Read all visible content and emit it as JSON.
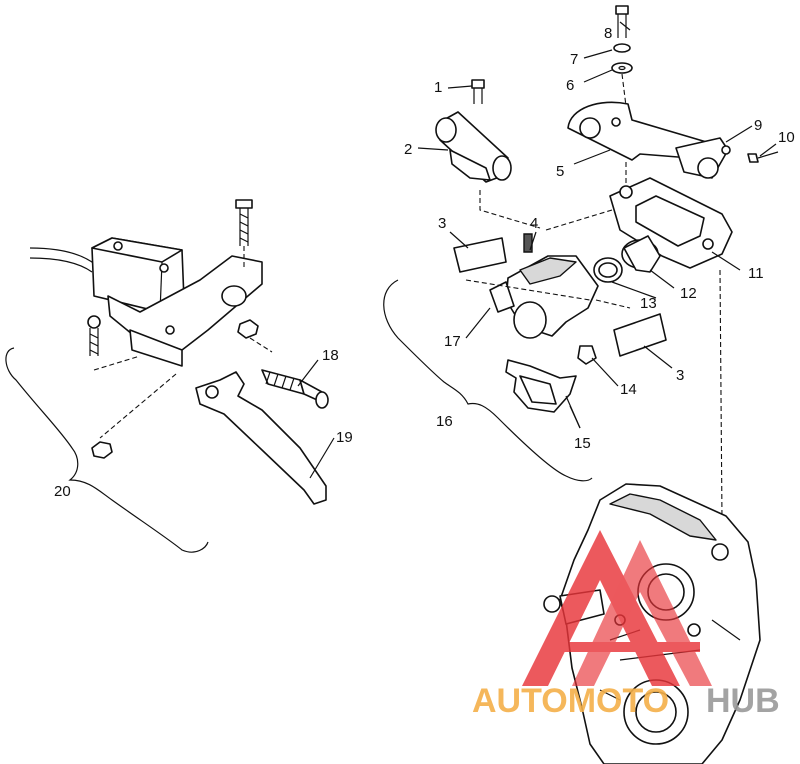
{
  "callouts": [
    {
      "id": "1",
      "text": "1"
    },
    {
      "id": "2",
      "text": "2"
    },
    {
      "id": "3a",
      "text": "3"
    },
    {
      "id": "3b",
      "text": "3"
    },
    {
      "id": "4",
      "text": "4"
    },
    {
      "id": "5",
      "text": "5"
    },
    {
      "id": "6",
      "text": "6"
    },
    {
      "id": "7",
      "text": "7"
    },
    {
      "id": "8",
      "text": "8"
    },
    {
      "id": "9",
      "text": "9"
    },
    {
      "id": "10",
      "text": "10"
    },
    {
      "id": "11",
      "text": "11"
    },
    {
      "id": "12",
      "text": "12"
    },
    {
      "id": "13",
      "text": "13"
    },
    {
      "id": "14",
      "text": "14"
    },
    {
      "id": "15",
      "text": "15"
    },
    {
      "id": "16",
      "text": "16"
    },
    {
      "id": "17",
      "text": "17"
    },
    {
      "id": "18",
      "text": "18"
    },
    {
      "id": "19",
      "text": "19"
    },
    {
      "id": "20",
      "text": "20"
    }
  ],
  "watermark": {
    "part1": "AUTOMOTO",
    "part2": "HUB",
    "color_orange": "#f4b04a",
    "color_red": "#e8353a",
    "color_gray": "#9a9a9a"
  }
}
